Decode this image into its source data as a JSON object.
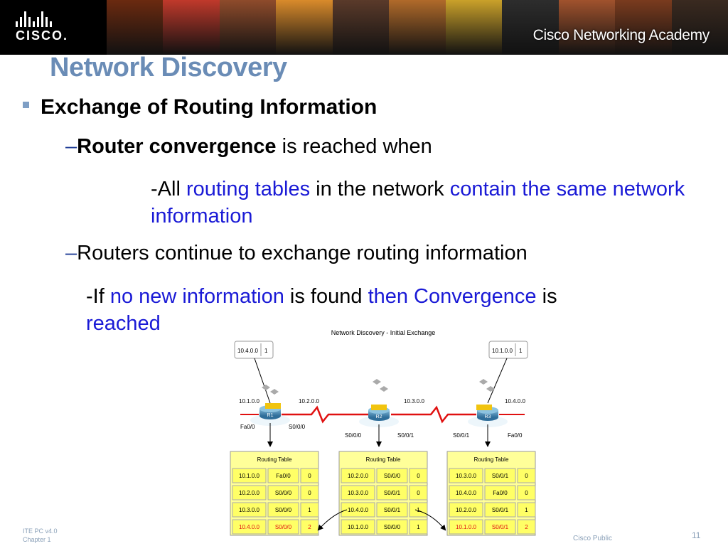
{
  "banner": {
    "logo_text": "CISCO.",
    "academy_text": "Cisco Networking Academy",
    "photo_colors": [
      "#6b2a10",
      "#c0392b",
      "#8e4b2b",
      "#d98b2b",
      "#5a3a2a",
      "#b06a2a",
      "#caa12a",
      "#2d2d2d",
      "#a0522d",
      "#7a3b1e",
      "#3a2a20"
    ]
  },
  "slide": {
    "title": "Network Discovery",
    "bullet1": "Exchange of Routing Information",
    "sub1": {
      "dash": "–",
      "bold": "Router convergence",
      "rest": " is reached when"
    },
    "para1": {
      "t1": "-All ",
      "b1": "routing tables",
      "t2": " in the network ",
      "b2": "contain the same network information"
    },
    "sub2": {
      "dash": "–",
      "text": "Routers continue to exchange routing information"
    },
    "para2": {
      "t1": "-If ",
      "b1": "no new information",
      "t2": " is found ",
      "b2": "then Convergence",
      "t3": " is ",
      "b3": "reached"
    }
  },
  "diagram": {
    "title": "Network Discovery - Initial Exchange",
    "callout_left": {
      "net": "10.4.0.0",
      "hop": "1"
    },
    "callout_right": {
      "net": "10.1.0.0",
      "hop": "1"
    },
    "routers": [
      {
        "name": "R1",
        "left_net": "10.1.0.0",
        "right_net": "10.2.0.0",
        "left_if": "Fa0/0",
        "right_if": "S0/0/0"
      },
      {
        "name": "R2",
        "right_net": "10.3.0.0",
        "left_if": "S0/0/0",
        "right_if": "S0/0/1"
      },
      {
        "name": "R3",
        "right_net": "10.4.0.0",
        "left_if": "S0/0/1",
        "right_if": "Fa0/0"
      }
    ],
    "table_title": "Routing Table",
    "tables": [
      {
        "rows": [
          [
            "10.1.0.0",
            "Fa0/0",
            "0"
          ],
          [
            "10.2.0.0",
            "S0/0/0",
            "0"
          ],
          [
            "10.3.0.0",
            "S0/0/0",
            "1"
          ],
          [
            "10.4.0.0",
            "S0/0/0",
            "2"
          ]
        ],
        "highlight_row": 3
      },
      {
        "rows": [
          [
            "10.2.0.0",
            "S0/0/0",
            "0"
          ],
          [
            "10.3.0.0",
            "S0/0/1",
            "0"
          ],
          [
            "10.4.0.0",
            "S0/0/1",
            "1"
          ],
          [
            "10.1.0.0",
            "S0/0/0",
            "1"
          ]
        ],
        "highlight_row": -1
      },
      {
        "rows": [
          [
            "10.3.0.0",
            "S0/0/1",
            "0"
          ],
          [
            "10.4.0.0",
            "Fa0/0",
            "0"
          ],
          [
            "10.2.0.0",
            "S0/0/1",
            "1"
          ],
          [
            "10.1.0.0",
            "S0/0/1",
            "2"
          ]
        ],
        "highlight_row": 3
      }
    ]
  },
  "footer": {
    "course": "ITE PC v4.0",
    "chapter": "Chapter 1",
    "classification": "Cisco Public",
    "page": "11"
  }
}
